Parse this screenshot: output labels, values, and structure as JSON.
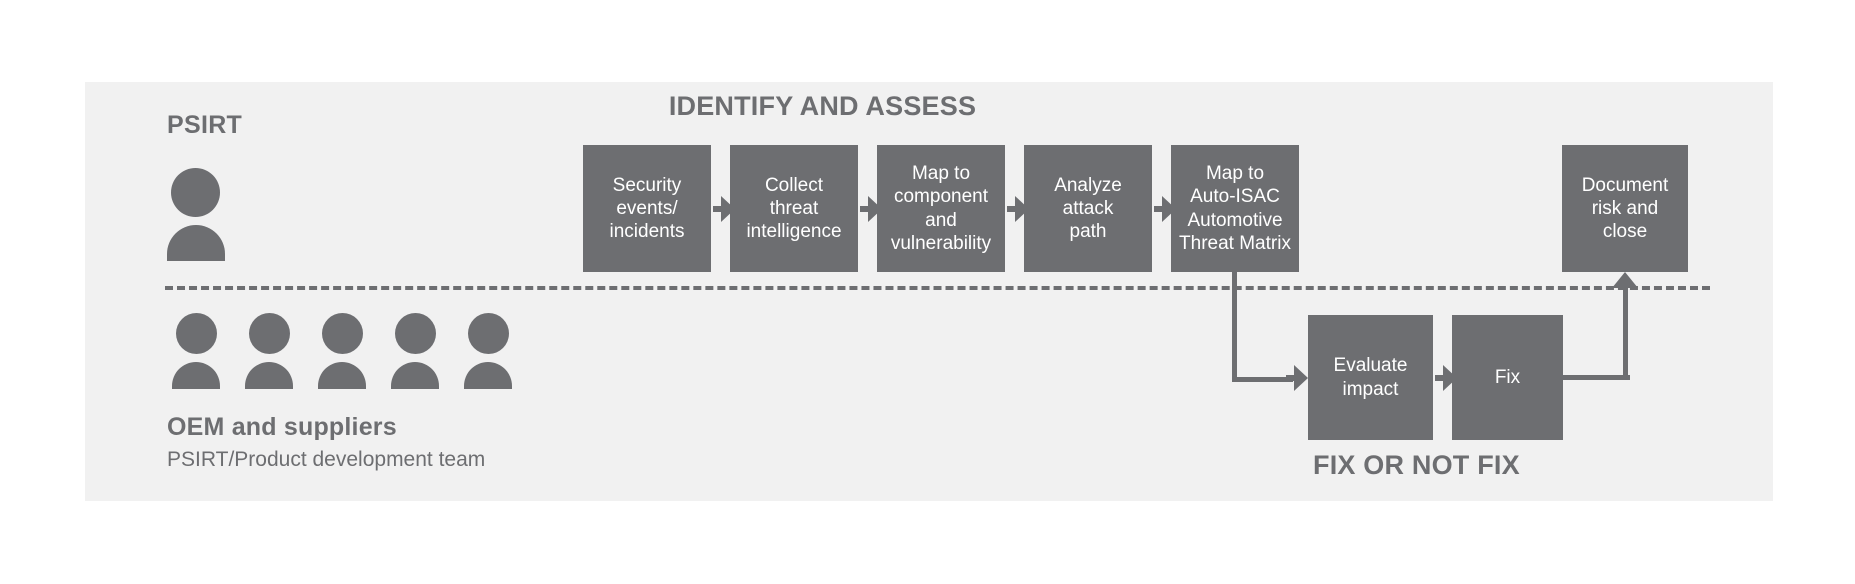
{
  "diagram": {
    "title_identify": "IDENTIFY AND ASSESS",
    "title_fix": "FIX OR NOT FIX",
    "psirt_label": "PSIRT",
    "oem_label": "OEM and suppliers",
    "oem_sublabel": "PSIRT/Product development team",
    "colors": {
      "page_background": "#ffffff",
      "panel_background": "#f1f1f1",
      "box_fill": "#6d6e71",
      "box_text": "#ffffff",
      "line": "#6d6e71",
      "heading_text": "#6d6e71"
    },
    "process_boxes": [
      {
        "id": "security-events",
        "lines": [
          "Security",
          "events/",
          "incidents"
        ]
      },
      {
        "id": "collect-threat-intelligence",
        "lines": [
          "Collect",
          "threat",
          "intelligence"
        ]
      },
      {
        "id": "map-to-component",
        "lines": [
          "Map to",
          "component",
          "and",
          "vulnerability"
        ]
      },
      {
        "id": "analyze-attack-path",
        "lines": [
          "Analyze",
          "attack",
          "path"
        ]
      },
      {
        "id": "map-to-auto-isac",
        "lines": [
          "Map to",
          "Auto-ISAC",
          "Automotive",
          "Threat Matrix"
        ]
      },
      {
        "id": "document-risk-and-close",
        "lines": [
          "Document",
          "risk and",
          "close"
        ]
      },
      {
        "id": "evaluate-impact",
        "lines": [
          "Evaluate",
          "impact"
        ]
      },
      {
        "id": "fix",
        "lines": [
          "Fix"
        ]
      }
    ],
    "icons": {
      "psirt_person": "person-icon",
      "team_person": "person-icon",
      "flow_arrow": "arrow-right-icon",
      "return_arrow": "arrow-up-icon"
    },
    "team_person_count": 5
  }
}
